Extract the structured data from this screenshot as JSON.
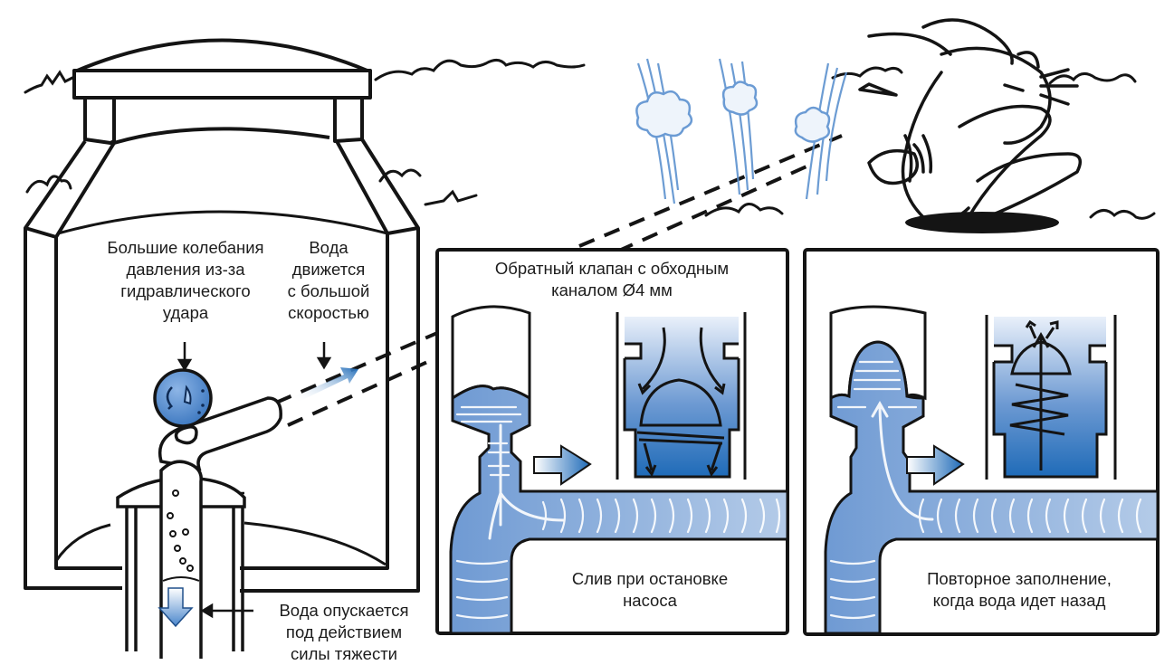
{
  "diagram": {
    "title": "Hydraulic shock in a well pump system with bypass check valve",
    "colors": {
      "ink": "#141414",
      "water_light": "#a9c4e6",
      "water_mid": "#6f9ad3",
      "water_dark": "#1f6bb8",
      "gauge": "#4a86cc",
      "spray": "#8fb5de"
    },
    "well_labels": {
      "pressure": [
        "Большие колебания",
        "давления из-за",
        "гидравлического",
        "удара"
      ],
      "speed": [
        "Вода",
        "движется",
        "с большой",
        "скоростью"
      ],
      "gravity": [
        "Вода опускается",
        "под действием",
        "силы тяжести"
      ]
    },
    "panel_left": {
      "title": [
        "Обратный клапан с обходным",
        "каналом Ø4 мм"
      ],
      "caption": [
        "Слив при остановке",
        "насоса"
      ]
    },
    "panel_right": {
      "caption": [
        "Повторное заполнение,",
        "когда вода идет назад"
      ]
    },
    "icons": {
      "gauge": "pressure-gauge-icon",
      "rabbit": "rabbit-illustration",
      "flow_arrow": "flow-arrow-icon"
    }
  }
}
